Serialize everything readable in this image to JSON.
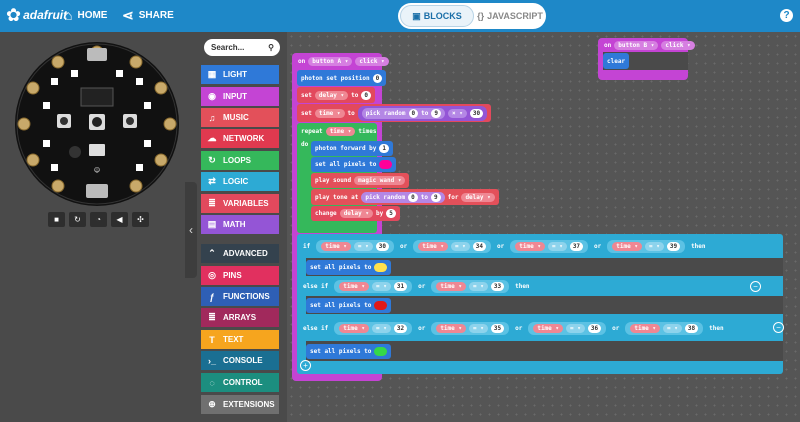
{
  "topbar": {
    "brand": "adafruit",
    "home_label": "HOME",
    "share_label": "SHARE",
    "blocks_label": "BLOCKS",
    "javascript_label": "JAVASCRIPT",
    "help_symbol": "?"
  },
  "search": {
    "placeholder": "Search..."
  },
  "categories": [
    {
      "label": "LIGHT",
      "color": "#2f79d8",
      "icon": "grid-icon"
    },
    {
      "label": "INPUT",
      "color": "#c444d4",
      "icon": "circle-icon"
    },
    {
      "label": "MUSIC",
      "color": "#e3505a",
      "icon": "headphones-icon"
    },
    {
      "label": "NETWORK",
      "color": "#e0394f",
      "icon": "cloud-icon"
    },
    {
      "label": "LOOPS",
      "color": "#35b85b",
      "icon": "refresh-icon"
    },
    {
      "label": "LOGIC",
      "color": "#2daad4",
      "icon": "shuffle-icon"
    },
    {
      "label": "VARIABLES",
      "color": "#e2495d",
      "icon": "list-icon"
    },
    {
      "label": "MATH",
      "color": "#9455d6",
      "icon": "calculator-icon"
    },
    {
      "label": "ADVANCED",
      "color": "#34424e",
      "icon": "chevron-up-icon"
    },
    {
      "label": "PINS",
      "color": "#e1305f",
      "icon": "target-icon"
    },
    {
      "label": "FUNCTIONS",
      "color": "#2e5fb5",
      "icon": "function-icon"
    },
    {
      "label": "ARRAYS",
      "color": "#a1295c",
      "icon": "list-icon"
    },
    {
      "label": "TEXT",
      "color": "#f6a51e",
      "icon": "text-icon"
    },
    {
      "label": "CONSOLE",
      "color": "#1a6f92",
      "icon": "terminal-icon"
    },
    {
      "label": "CONTROL",
      "color": "#1c8e7f",
      "icon": "dots-circle-icon"
    },
    {
      "label": "EXTENSIONS",
      "color": "#707070",
      "icon": "plus-icon"
    }
  ],
  "blocks": {
    "event_a": {
      "on": "on",
      "button": "button A",
      "event": "click"
    },
    "event_b": {
      "on": "on",
      "button": "button B",
      "event": "click",
      "clear": "clear"
    },
    "photon_set": {
      "text": "photon set position",
      "value": "0"
    },
    "set_delay": {
      "set": "set",
      "var": "delay",
      "to": "to",
      "value": "0"
    },
    "set_time": {
      "set": "set",
      "var": "time",
      "to": "to",
      "fn": "pick random",
      "from": "0",
      "to2": "to",
      "max": "9",
      "op": "×",
      "mult": "30"
    },
    "repeat": {
      "label": "repeat",
      "var": "time",
      "times": "times",
      "do": "do"
    },
    "photon_fwd": {
      "text": "photon forward by",
      "value": "1"
    },
    "set_pixels": {
      "text": "set all pixels to"
    },
    "play_sound": {
      "text": "play sound",
      "sound": "magic wand"
    },
    "play_tone": {
      "text": "play tone at",
      "fn": "pick random",
      "from": "0",
      "to": "to",
      "max": "9",
      "for": "for",
      "var": "delay"
    },
    "change_delay": {
      "text": "change",
      "var": "delay",
      "by": "by",
      "value": "5"
    },
    "if1": {
      "if": "if",
      "var": "time",
      "eq": "=",
      "v1": "30",
      "or": "or",
      "v2": "34",
      "v3": "37",
      "v4": "39",
      "then": "then"
    },
    "elseif1": {
      "label": "else if",
      "var": "time",
      "eq": "=",
      "v1": "31",
      "or": "or",
      "v2": "33",
      "then": "then"
    },
    "elseif2": {
      "label": "else if",
      "var": "time",
      "eq": "=",
      "v1": "32",
      "or": "or",
      "v2": "35",
      "v3": "36",
      "v4": "38",
      "then": "then"
    },
    "colors": {
      "yellow": "#ffe14d",
      "red": "#e01818",
      "green": "#35d84a",
      "magenta": "#ff0099"
    }
  },
  "colors": {
    "topbar": "#1e88c8",
    "event": "#c444d4",
    "light": "#2f79d8",
    "variables": "#e2495d",
    "math": "#9455d6",
    "loops": "#35b85b",
    "logic": "#2daad4",
    "music": "#e3505a"
  }
}
